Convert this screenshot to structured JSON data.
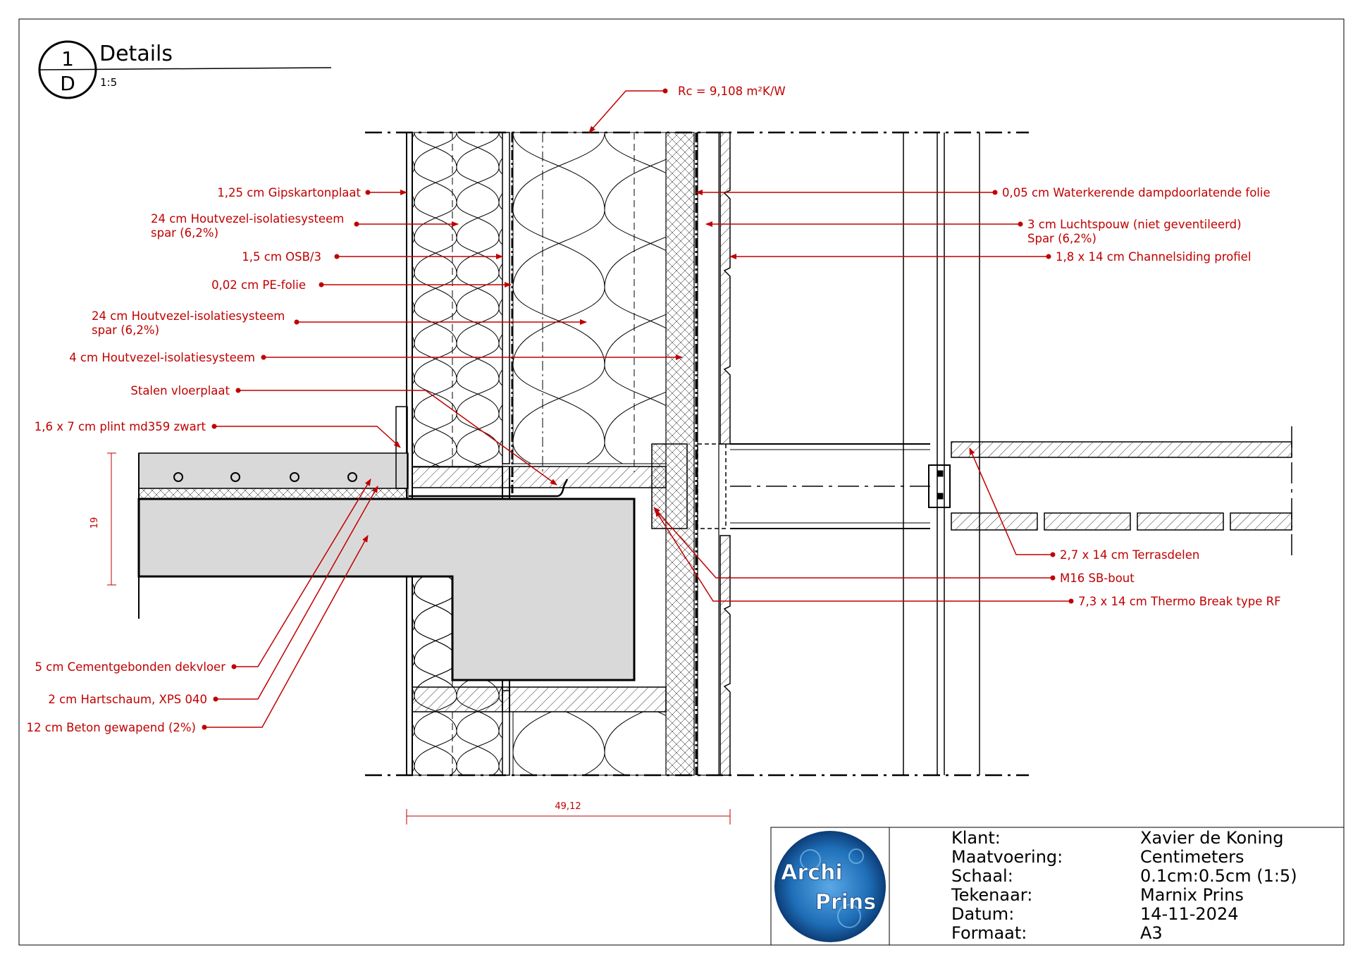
{
  "header": {
    "detail_number": "1",
    "detail_sheet": "D",
    "title": "Details",
    "scale": "1:5"
  },
  "callouts": {
    "rc_value": "Rc = 9,108 m²K/W",
    "left": [
      "1,25 cm Gipskartonplaat",
      "24 cm Houtvezel-isolatiesysteem",
      "spar (6,2%)",
      "1,5 cm OSB/3",
      "0,02 cm PE-folie",
      "24 cm Houtvezel-isolatiesysteem",
      "spar (6,2%)",
      "4 cm Houtvezel-isolatiesysteem",
      "Stalen vloerplaat",
      "1,6 x 7 cm plint md359 zwart",
      "5 cm Cementgebonden dekvloer",
      "2 cm Hartschaum, XPS 040",
      "12 cm Beton gewapend (2%)"
    ],
    "right": [
      "0,05 cm Waterkerende dampdoorlatende folie",
      "3 cm Luchtspouw (niet geventileerd)",
      "Spar (6,2%)",
      "1,8 x 14 cm Channelsiding profiel",
      "2,7 x 14 cm Terrasdelen",
      "M16 SB-bout",
      "7,3 x 14 cm Thermo Break type RF"
    ]
  },
  "dimensions": {
    "slab_height": "19",
    "wall_width": "49,12"
  },
  "title_block": {
    "logo_text": [
      "Archi",
      "Prins"
    ],
    "rows": [
      {
        "key": "Klant:",
        "value": "Xavier de Koning"
      },
      {
        "key": "Maatvoering:",
        "value": "Centimeters"
      },
      {
        "key": "Schaal:",
        "value": "0.1cm:0.5cm (1:5)"
      },
      {
        "key": "Tekenaar:",
        "value": "Marnix Prins"
      },
      {
        "key": "Datum:",
        "value": "14-11-2024"
      },
      {
        "key": "Formaat:",
        "value": "A3"
      }
    ]
  },
  "colors": {
    "annotation": "#c00000",
    "line": "#000000",
    "concrete": "#d9d9d9",
    "logo": "#1f6fb8"
  }
}
